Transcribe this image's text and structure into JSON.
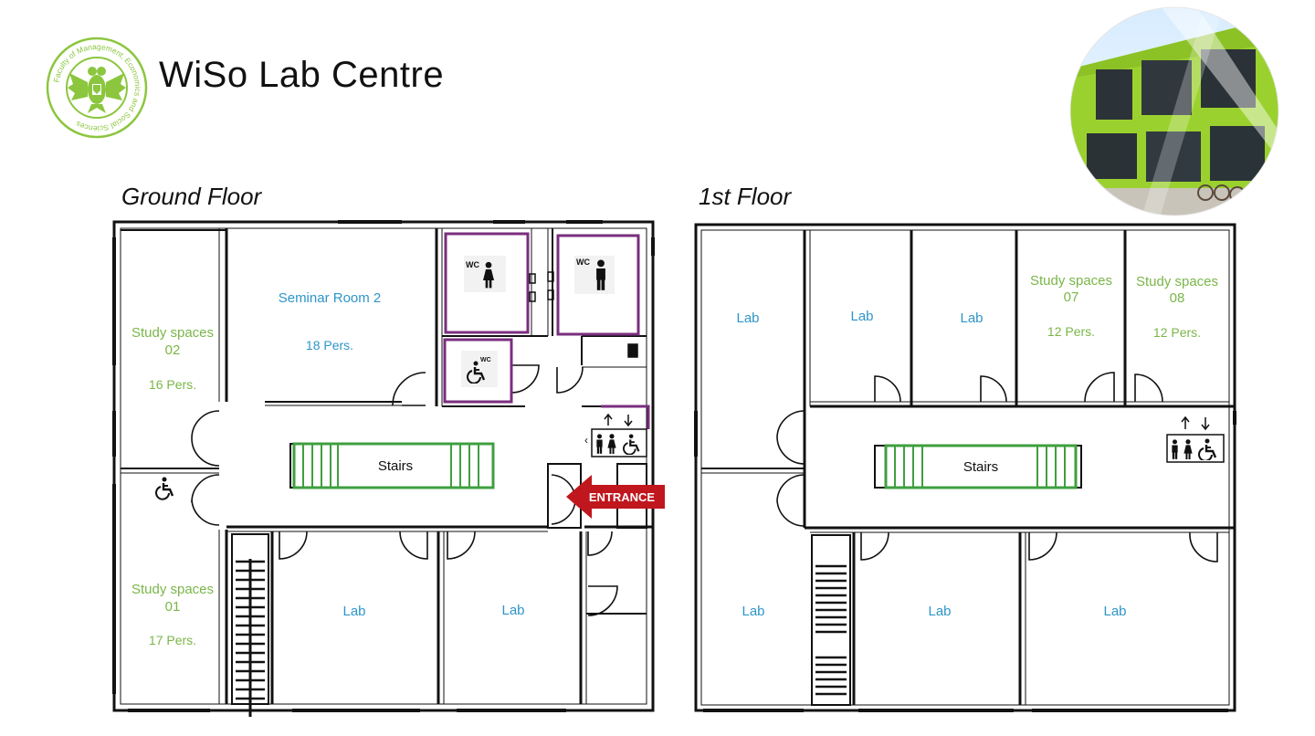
{
  "header": {
    "title": "WiSo Lab Centre",
    "logo_text": "Faculty of Management, Economics and Social Sciences"
  },
  "colors": {
    "study": "#7ab648",
    "room": "#2e95c9",
    "stairs": "#3f9f3f",
    "wc": "#7a2e7e",
    "entrance": "#c0161d",
    "wall": "#111111"
  },
  "ground_floor": {
    "title": "Ground Floor",
    "study_02": {
      "name": "Study spaces",
      "number": "02",
      "capacity": "16 Pers."
    },
    "study_01": {
      "name": "Study spaces",
      "number": "01",
      "capacity": "17 Pers."
    },
    "seminar": {
      "name": "Seminar Room 2",
      "capacity": "18 Pers."
    },
    "wc_women": "WC",
    "wc_men": "WC",
    "wc_accessible": "WC",
    "stairs": "Stairs",
    "entrance": "ENTRANCE",
    "lab_1": "Lab",
    "lab_2": "Lab"
  },
  "first_floor": {
    "title": "1st Floor",
    "lab_1": "Lab",
    "lab_2": "Lab",
    "lab_3": "Lab",
    "study_07": {
      "name": "Study spaces",
      "number": "07",
      "capacity": "12 Pers."
    },
    "study_08": {
      "name": "Study spaces",
      "number": "08",
      "capacity": "12 Pers."
    },
    "stairs": "Stairs",
    "lab_4": "Lab",
    "lab_5": "Lab",
    "lab_6": "Lab"
  }
}
